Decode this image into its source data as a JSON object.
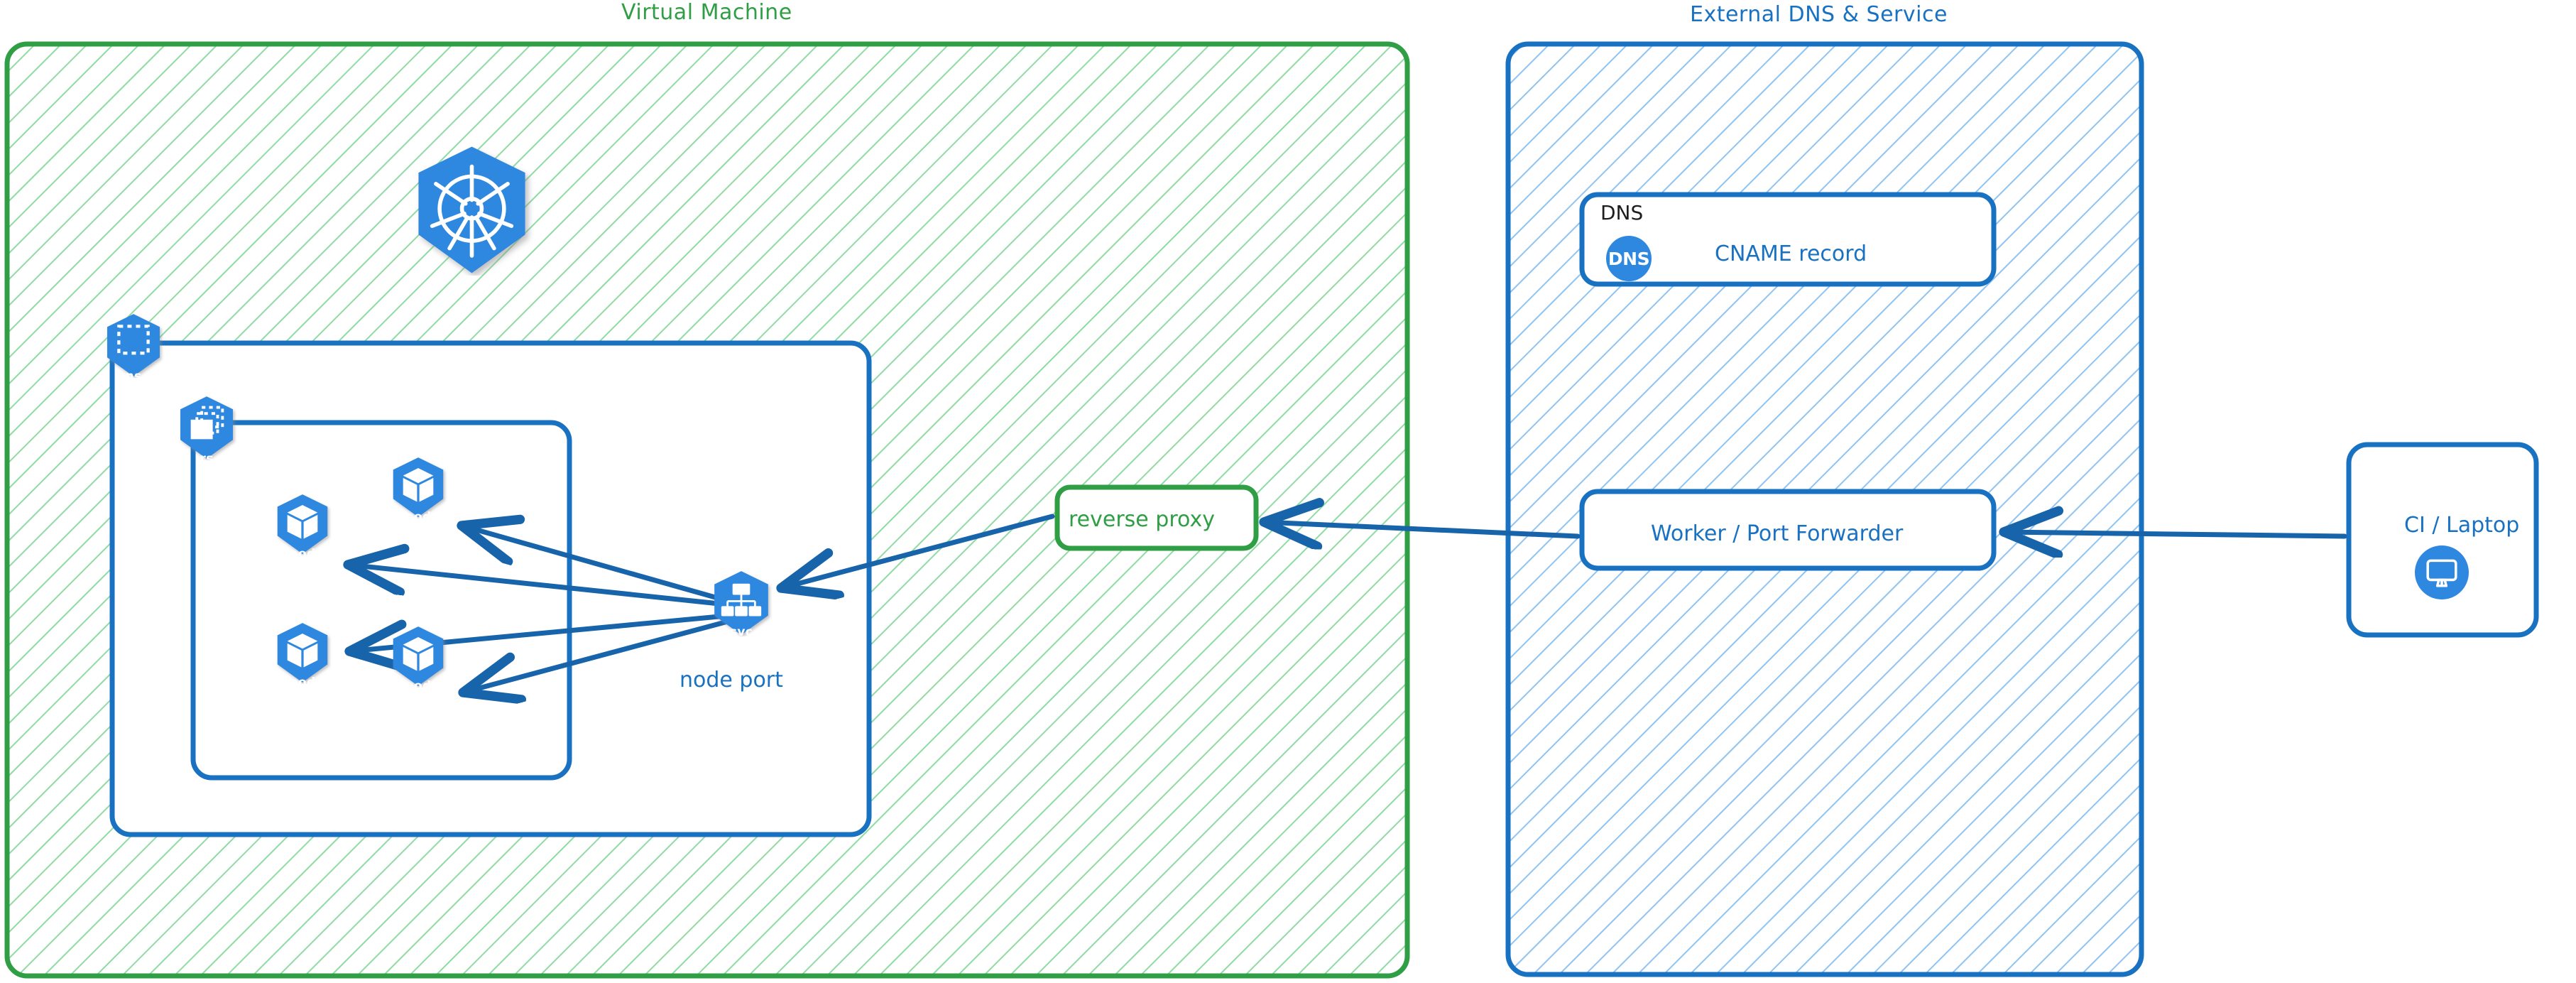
{
  "diagram": {
    "title_bar": null,
    "groups": [
      {
        "id": "vm",
        "label": "Virtual Machine",
        "color": "#2f9e44",
        "fill": "#b2f2bb"
      },
      {
        "id": "ext",
        "label": "External DNS & Service",
        "color": "#1971c2",
        "fill": "#a5d8ff"
      }
    ],
    "colors": {
      "green_stroke": "#2f9e44",
      "green_hatch": "#8fdba3",
      "blue_stroke": "#1971c2",
      "blue_hatch": "#8fc4f2",
      "k8s_blue": "#2f88e0",
      "arrow": "#1864ab",
      "black_text": "#1e1e1e"
    },
    "vm": {
      "k8s_logo": {
        "name": "kubernetes-logo",
        "caption": ""
      },
      "namespace_badge": {
        "caption": "ns",
        "icon": "namespace-icon"
      },
      "replicaset_badge": {
        "caption": "rs",
        "icon": "replicaset-icon"
      },
      "pods": [
        {
          "caption": "pod",
          "icon": "pod-icon"
        },
        {
          "caption": "pod",
          "icon": "pod-icon"
        },
        {
          "caption": "pod",
          "icon": "pod-icon"
        },
        {
          "caption": "pod",
          "icon": "pod-icon"
        }
      ],
      "service": {
        "caption": "svc",
        "icon": "service-icon",
        "label": "node port"
      },
      "reverse_proxy": {
        "label": "reverse proxy"
      }
    },
    "external": {
      "dns_card": {
        "tag": "DNS",
        "icon_text": "DNS",
        "label": "CNAME record"
      },
      "worker_card": {
        "label": "Worker / Port Forwarder"
      }
    },
    "client": {
      "label": "CI / Laptop",
      "icon": "monitor-icon"
    },
    "edges": [
      {
        "from": "svc",
        "to": "pod-1",
        "kind": "arrow"
      },
      {
        "from": "svc",
        "to": "pod-2",
        "kind": "arrow"
      },
      {
        "from": "svc",
        "to": "pod-3",
        "kind": "arrow"
      },
      {
        "from": "svc",
        "to": "pod-4",
        "kind": "arrow"
      },
      {
        "from": "worker-port-forwarder",
        "to": "reverse-proxy",
        "kind": "arrow"
      },
      {
        "from": "ci-laptop",
        "to": "worker-port-forwarder",
        "kind": "arrow"
      },
      {
        "from": "reverse-proxy",
        "to": "svc",
        "kind": "arrow"
      }
    ]
  }
}
